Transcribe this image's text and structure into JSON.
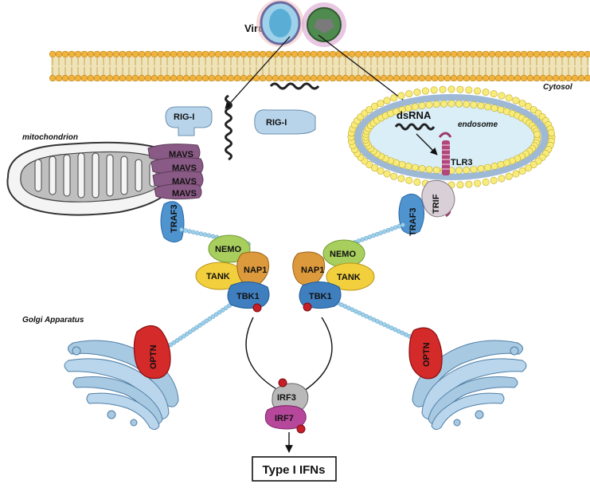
{
  "labels": {
    "virus": "Virus",
    "cytosol": "Cytosol",
    "dsrna": "dsRNA",
    "endosome": "endosome",
    "mitochondrion": "mitochondrion",
    "golgi": "Golgi Apparatus",
    "output": "Type I IFNs"
  },
  "proteins": {
    "rigi": "RIG-I",
    "mavs": "MAVS",
    "tlr3": "TLR3",
    "traf3": "TRAF3",
    "trif": "TRIF",
    "nemo": "NEMO",
    "nap1": "NAP1",
    "tank": "TANK",
    "tbk1": "TBK1",
    "optn": "OPTN",
    "irf3": "IRF3",
    "irf7": "IRF7"
  },
  "colors": {
    "membrane_head": "#f2b33d",
    "membrane_tail": "#e9d9a8",
    "rigi": "#b7d4ea",
    "mavs": "#8a5a86",
    "traf3": "#4f93cf",
    "trif": "#d9cfd6",
    "nemo": "#a8cf5e",
    "nap1": "#dc9a3c",
    "tank": "#f2cf3d",
    "tbk1": "#3f7fbf",
    "optn": "#d42a2a",
    "irf3": "#b9b9b9",
    "irf7": "#b6479b",
    "phospho": "#c81e28",
    "golgi": "#a8c9e2",
    "endosome_fill": "#d9eef7",
    "endosome_bead": "#f7ec7a"
  }
}
